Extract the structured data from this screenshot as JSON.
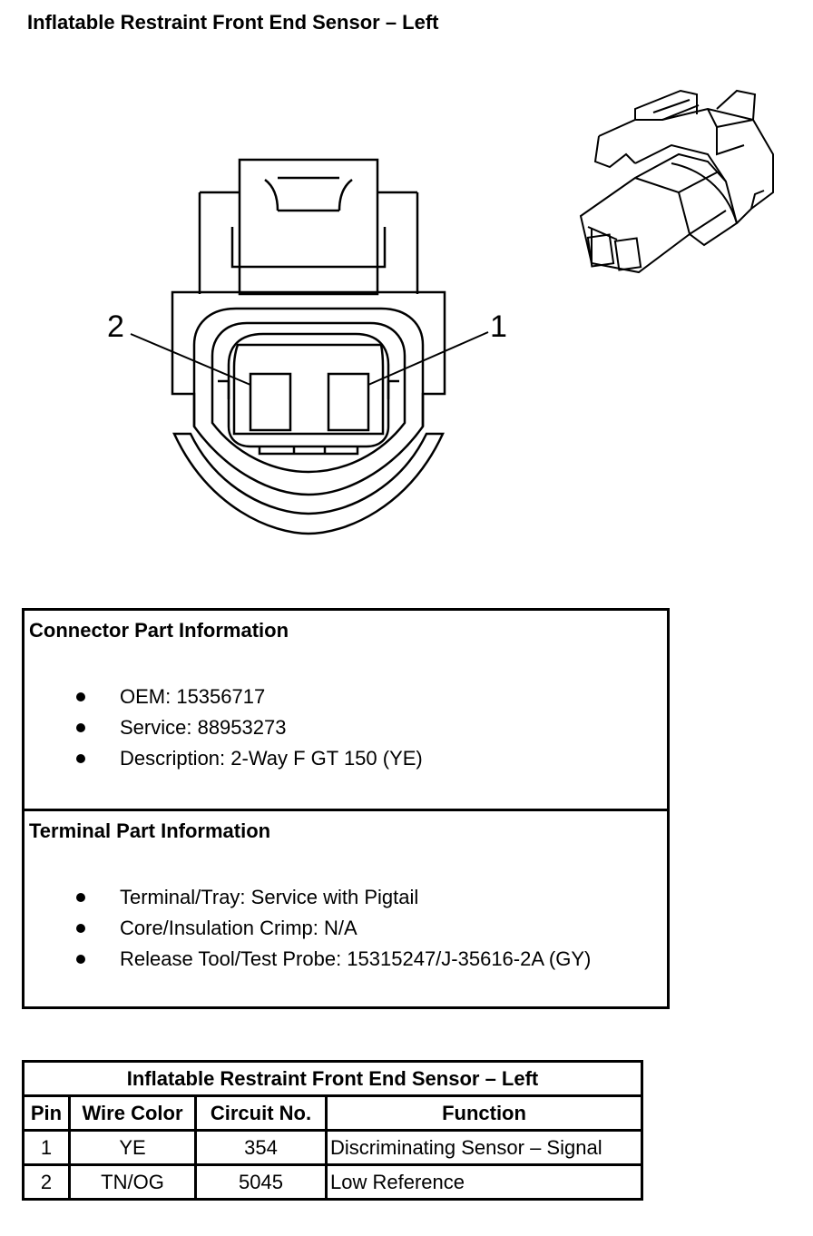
{
  "title": "Inflatable Restraint Front End Sensor – Left",
  "diagram": {
    "pin_labels": [
      "2",
      "1"
    ]
  },
  "connector_info": {
    "heading": "Connector Part Information",
    "items": [
      "OEM: 15356717",
      "Service: 88953273",
      "Description: 2-Way F GT 150 (YE)"
    ]
  },
  "terminal_info": {
    "heading": "Terminal Part Information",
    "items": [
      "Terminal/Tray: Service with Pigtail",
      "Core/Insulation Crimp: N/A",
      "Release Tool/Test Probe: 15315247/J-35616-2A (GY)"
    ]
  },
  "pin_table": {
    "caption": "Inflatable Restraint Front End Sensor – Left",
    "headers": [
      "Pin",
      "Wire Color",
      "Circuit No.",
      "Function"
    ],
    "rows": [
      [
        "1",
        "YE",
        "354",
        "Discriminating Sensor – Signal"
      ],
      [
        "2",
        "TN/OG",
        "5045",
        "Low Reference"
      ]
    ]
  }
}
